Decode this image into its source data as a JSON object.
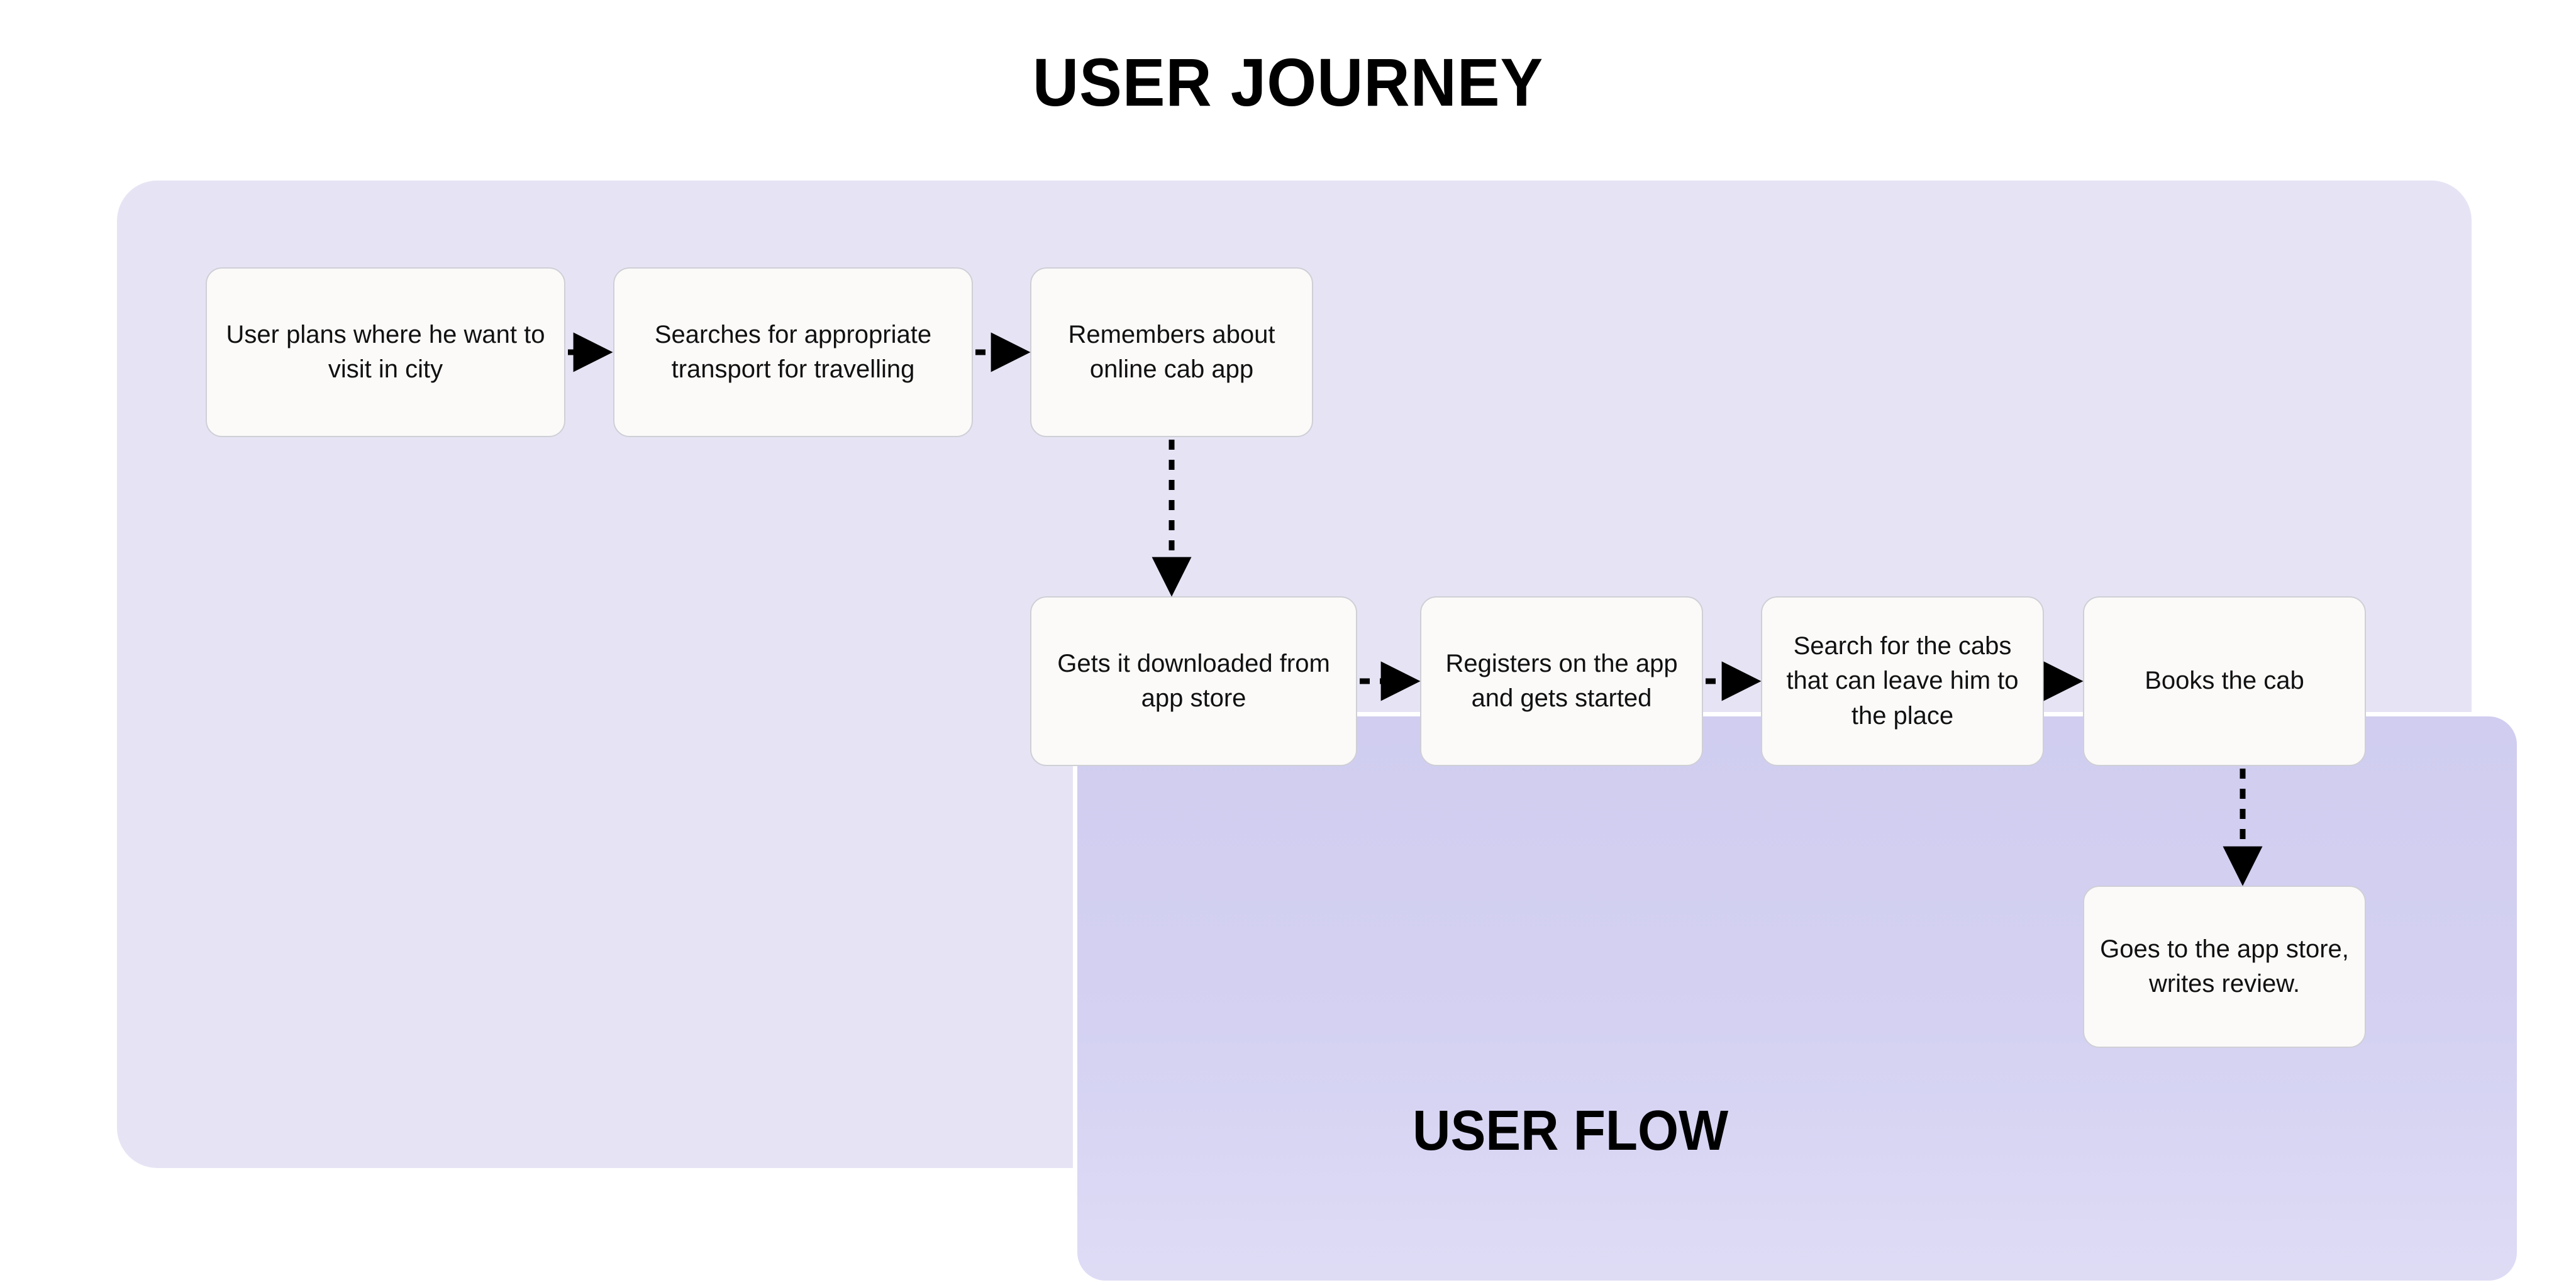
{
  "page": {
    "title": "USER JOURNEY",
    "background_color": "#ffffff"
  },
  "journey_panel": {
    "name": "user-journey-panel",
    "background_color": "#e6e4f4",
    "steps": [
      {
        "id": "plan",
        "label": "User plans where he want to visit in city"
      },
      {
        "id": "search",
        "label": "Searches for appropriate transport for travelling"
      },
      {
        "id": "remember",
        "label": "Remembers about online cab app"
      }
    ]
  },
  "flow_panel": {
    "name": "user-flow-panel",
    "label": "USER FLOW",
    "background_color": "#d2cff1",
    "border_color": "#ffffff",
    "steps": [
      {
        "id": "download",
        "label": "Gets it downloaded from app store"
      },
      {
        "id": "register",
        "label": "Registers on the app and gets started"
      },
      {
        "id": "cabsearch",
        "label": "Search for the cabs that can leave him to the place"
      },
      {
        "id": "books",
        "label": "Books the cab"
      },
      {
        "id": "review",
        "label": "Goes to the app store, writes review."
      }
    ]
  },
  "connectors": {
    "style": "dashed-arrow",
    "color": "#000000",
    "links": [
      {
        "from": "plan",
        "to": "search",
        "direction": "right"
      },
      {
        "from": "search",
        "to": "remember",
        "direction": "right"
      },
      {
        "from": "remember",
        "to": "download",
        "direction": "down"
      },
      {
        "from": "download",
        "to": "register",
        "direction": "right"
      },
      {
        "from": "register",
        "to": "cabsearch",
        "direction": "right"
      },
      {
        "from": "cabsearch",
        "to": "books",
        "direction": "right"
      },
      {
        "from": "books",
        "to": "review",
        "direction": "down"
      }
    ]
  },
  "colors": {
    "box_fill": "#fbfaf9",
    "box_border": "#cfcfd6",
    "text": "#111111",
    "title": "#000000"
  }
}
